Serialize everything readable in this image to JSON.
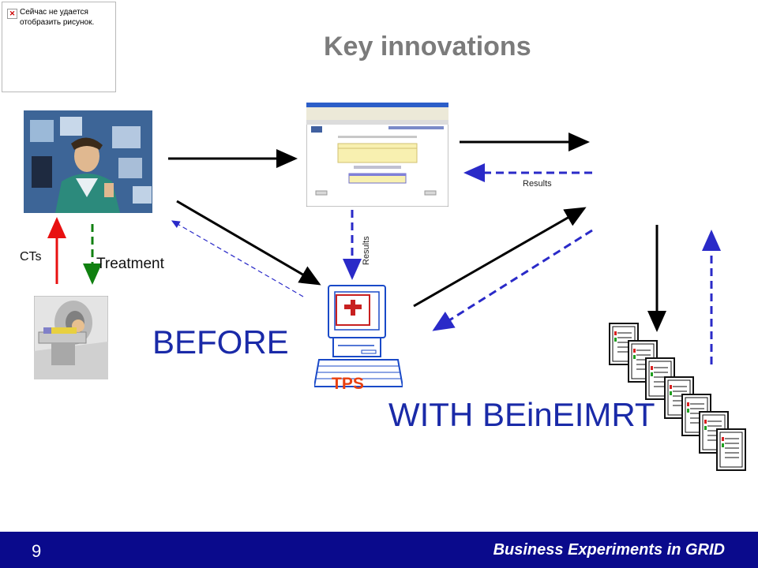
{
  "broken_image": {
    "icon": "broken-image-icon",
    "text": "Сейчас не удается отобразить рисунок."
  },
  "slide": {
    "title": "Key innovations",
    "labels": {
      "cts": "CTs",
      "treatment": "Treatment",
      "results_vertical": "Results",
      "results_right": "Results",
      "before": "BEFORE",
      "with": "WITH BEinEIMRT",
      "tps": "TPS"
    }
  },
  "footer": {
    "page_number": "9",
    "text": "Business Experiments in GRID"
  },
  "colors": {
    "footer_bg": "#0a0a8c",
    "blue_text": "#1a2aa8",
    "tps_red": "#e84010",
    "arrow_blue": "#2a2ac8",
    "arrow_red": "#e81010",
    "arrow_green": "#108010"
  }
}
